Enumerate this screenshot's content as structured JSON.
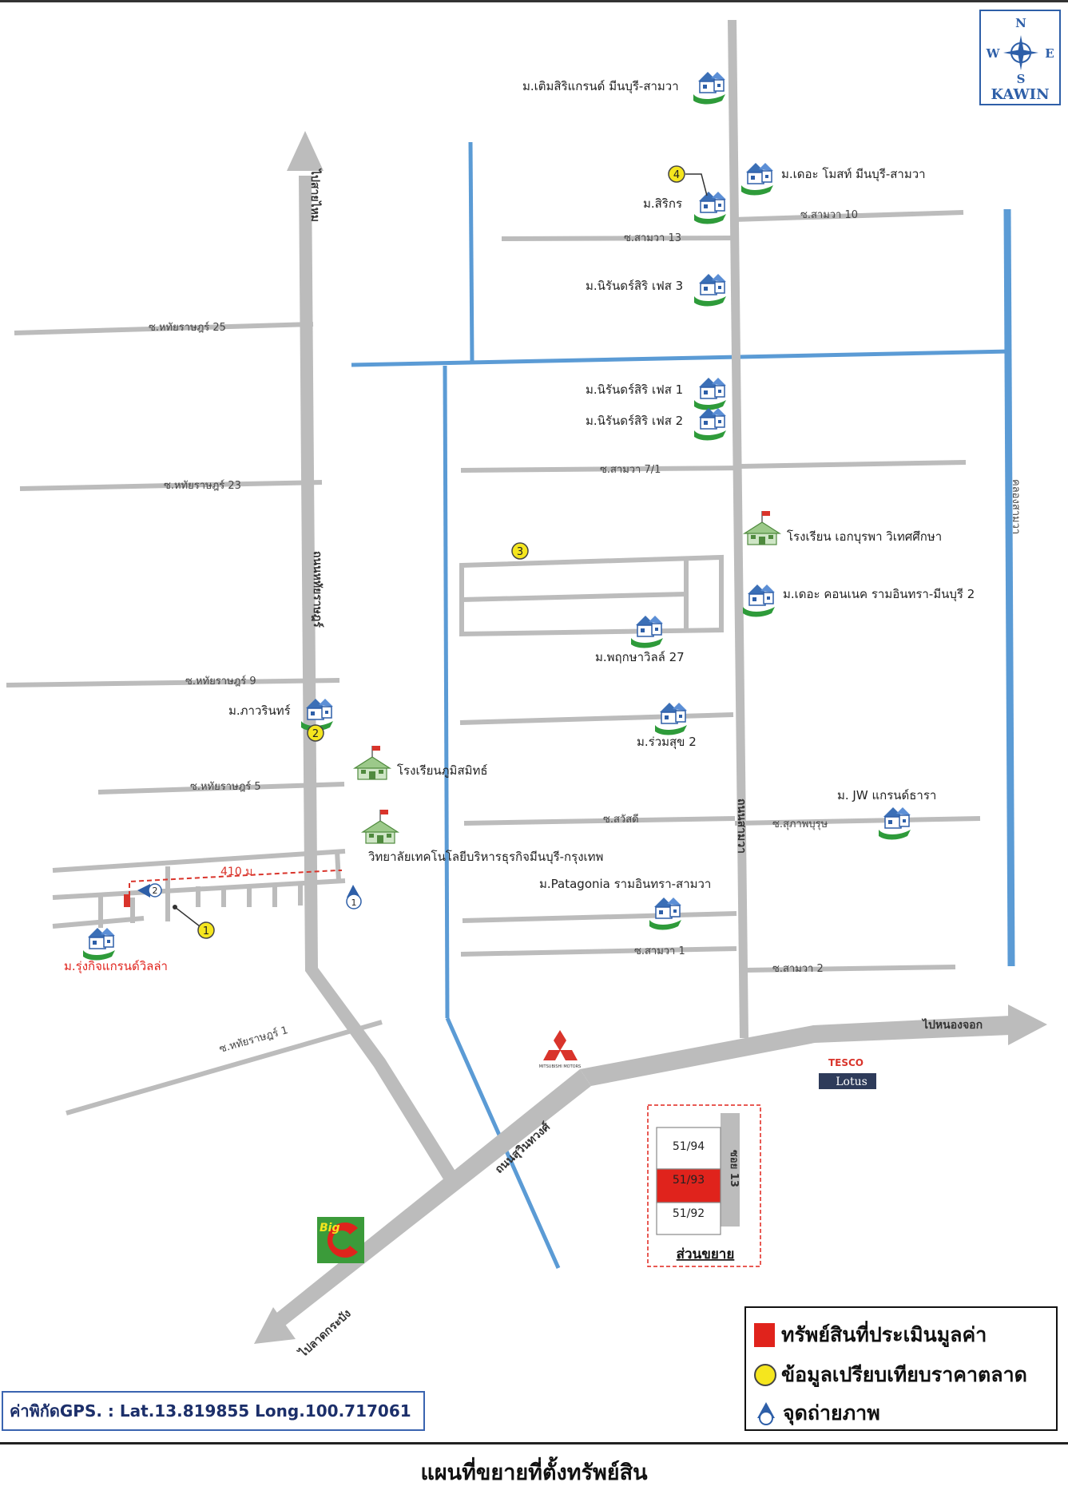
{
  "title": "แผนที่ขยายที่ตั้งทรัพย์สิน",
  "compass": {
    "n": "N",
    "s": "S",
    "e": "E",
    "w": "W",
    "brand": "KAWIN"
  },
  "gps": "ค่าพิกัดGPS. : Lat.13.819855  Long.100.717061",
  "legend": {
    "property": "ทรัพย์สินที่ประเมินมูลค่า",
    "comparison": "ข้อมูลเปรียบเทียบราคาตลาด",
    "photo_point": "จุดถ่ายภาพ"
  },
  "colors": {
    "road": "#bcbcbc",
    "canal": "#5b9bd5",
    "property_red": "#e0231c",
    "marker_yellow": "#f5e61e",
    "photo_blue": "#2e5fa8"
  },
  "main_roads": {
    "north_arrow": "ไปสายไหม",
    "hathairat": "ถนนหทัยราษฎร์",
    "samwa": "ถนนสามวา",
    "suwinthawong": "ถนนสุวินทวงศ์",
    "to_nongchok": "ไปหนองจอก",
    "to_lat_krabang": "ไปลาดกระบัง",
    "canal": "คลองสามวา"
  },
  "sois": [
    "ซ.หทัยราษฎร์ 25",
    "ซ.หทัยราษฎร์ 23",
    "ซ.หทัยราษฎร์ 9",
    "ซ.หทัยราษฎร์ 5",
    "ซ.หทัยราษฎร์ 1",
    "ซ.สามวา 13",
    "ซ.สามวา 10",
    "ซ.สามวา 7/1",
    "ซ.สวัสดี",
    "ซ.สุภาพบุรุษ",
    "ซ.สามวา 1",
    "ซ.สามวา 2"
  ],
  "places": [
    "ม.เติมสิริแกรนด์ มีนบุรี-สามวา",
    "ม.เดอะ โมสท์ มีนบุรี-สามวา",
    "ม.สิริกร",
    "ม.นิรันดร์สิริ เฟส 3",
    "ม.นิรันดร์สิริ เฟส 1",
    "ม.นิรันดร์สิริ เฟส 2",
    "โรงเรียน เอกบุรพา วิเทศศึกษา",
    "ม.เดอะ คอนเนค รามอินทรา-มีนบุรี 2",
    "ม.พฤกษาวิลล์ 27",
    "ม.ร่วมสุข 2",
    "ม.ภาวรินทร์",
    "โรงเรียนภูมิสมิทธ์",
    "วิทยาลัยเทคโนโลยีบริหารธุรกิจมีนบุรี-กรุงเทพ",
    "ม. JW แกรนด์ธารา",
    "ม.Patagonia รามอินทรา-สามวา",
    "ม.รุ่งกิจแกรนด์วิลล่า"
  ],
  "distance": "410 ม.",
  "markers": [
    "1",
    "2",
    "3",
    "4"
  ],
  "photo_points": [
    "1",
    "2"
  ],
  "inset": {
    "caption": "ส่วนขยาย",
    "soi": "ซอย 13",
    "plots": [
      "51/94",
      "51/93",
      "51/92"
    ]
  },
  "brands": {
    "tesco": "TESCO",
    "lotus": "Lotus",
    "big_c": "Big",
    "mitsubishi": "MITSUBISHI MOTORS"
  }
}
